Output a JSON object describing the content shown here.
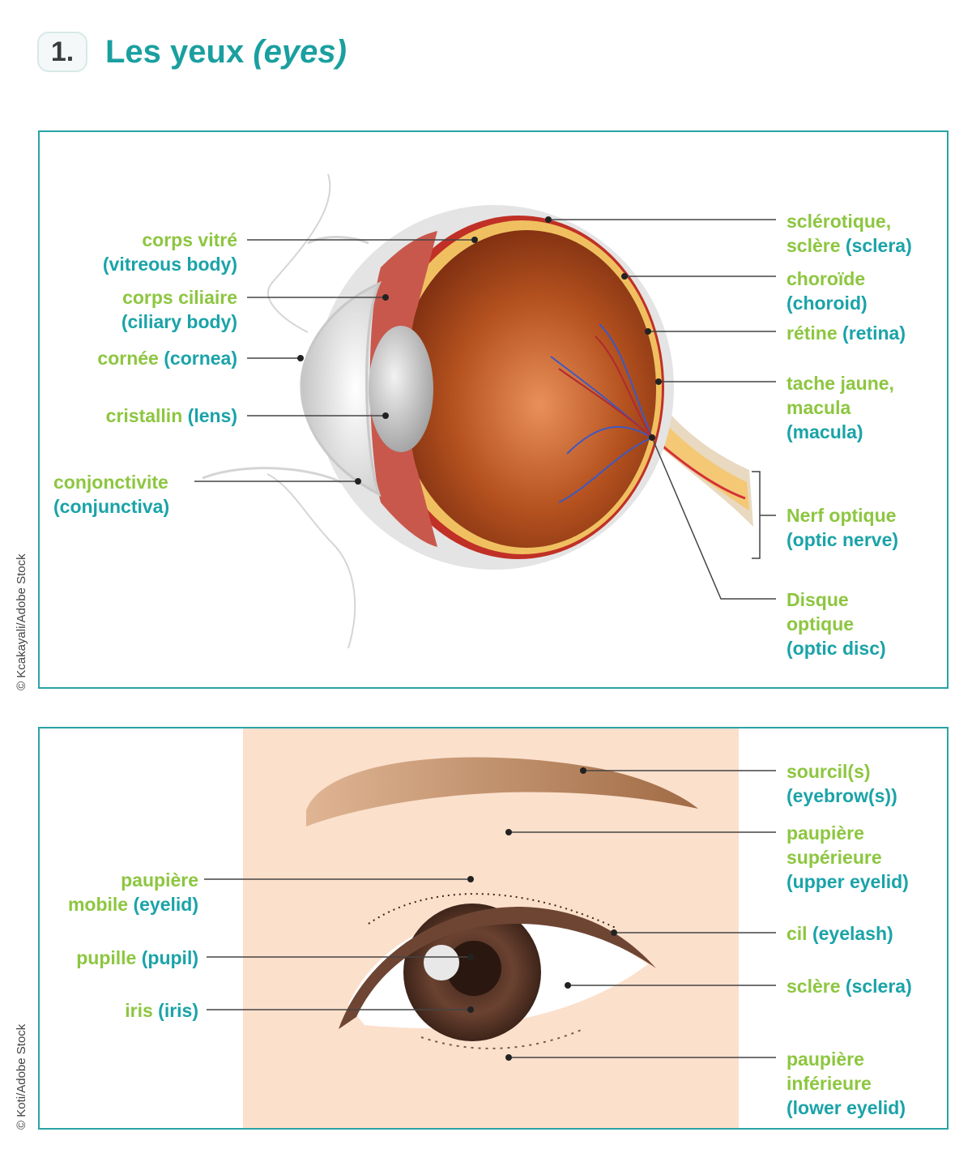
{
  "title": {
    "number": "1.",
    "fr": "Les yeux",
    "en": "(eyes)"
  },
  "credits": {
    "top": "© Kcakayali/Adobe Stock",
    "bottom": "© Koti/Adobe Stock"
  },
  "anatomy_labels": {
    "vitreous": {
      "fr": "corps vitré",
      "en": "(vitreous body)"
    },
    "ciliary": {
      "fr": "corps ciliaire",
      "en": "(ciliary body)"
    },
    "cornea": {
      "fr": "cornée",
      "en": "(cornea)"
    },
    "lens": {
      "fr": "cristallin",
      "en": "(lens)"
    },
    "conjunctiva": {
      "fr": "conjonctivite",
      "en": "(conjunctiva)"
    },
    "sclera": {
      "fr1": "sclérotique,",
      "fr2": "sclère",
      "en": "(sclera)"
    },
    "choroid": {
      "fr": "choroïde",
      "en": "(choroid)"
    },
    "retina": {
      "fr": "rétine",
      "en": "(retina)"
    },
    "macula": {
      "fr1": "tache jaune,",
      "fr2": "macula",
      "en": "(macula)"
    },
    "optic_nerve": {
      "fr": "Nerf optique",
      "en": "(optic nerve)"
    },
    "optic_disc": {
      "fr1": "Disque",
      "fr2": "optique",
      "en": "(optic disc)"
    }
  },
  "exterior_labels": {
    "eyebrow": {
      "fr": "sourcil(s)",
      "en": "(eyebrow(s))"
    },
    "upper_eyelid": {
      "fr1": "paupière",
      "fr2": "supérieure",
      "en": "(upper eyelid)"
    },
    "mobile_eyelid": {
      "fr1": "paupière",
      "fr2": "mobile",
      "en": "(eyelid)"
    },
    "eyelash": {
      "fr": "cil",
      "en": "(eyelash)"
    },
    "pupil": {
      "fr": "pupille",
      "en": "(pupil)"
    },
    "sclera": {
      "fr": "sclère",
      "en": "(sclera)"
    },
    "iris": {
      "fr": "iris",
      "en": "(iris)"
    },
    "lower_eyelid": {
      "fr1": "paupière",
      "fr2": "inférieure",
      "en": "(lower eyelid)"
    }
  },
  "colors": {
    "teal": "#1aa3a8",
    "green": "#8dc640",
    "border": "#2aa3a7"
  }
}
